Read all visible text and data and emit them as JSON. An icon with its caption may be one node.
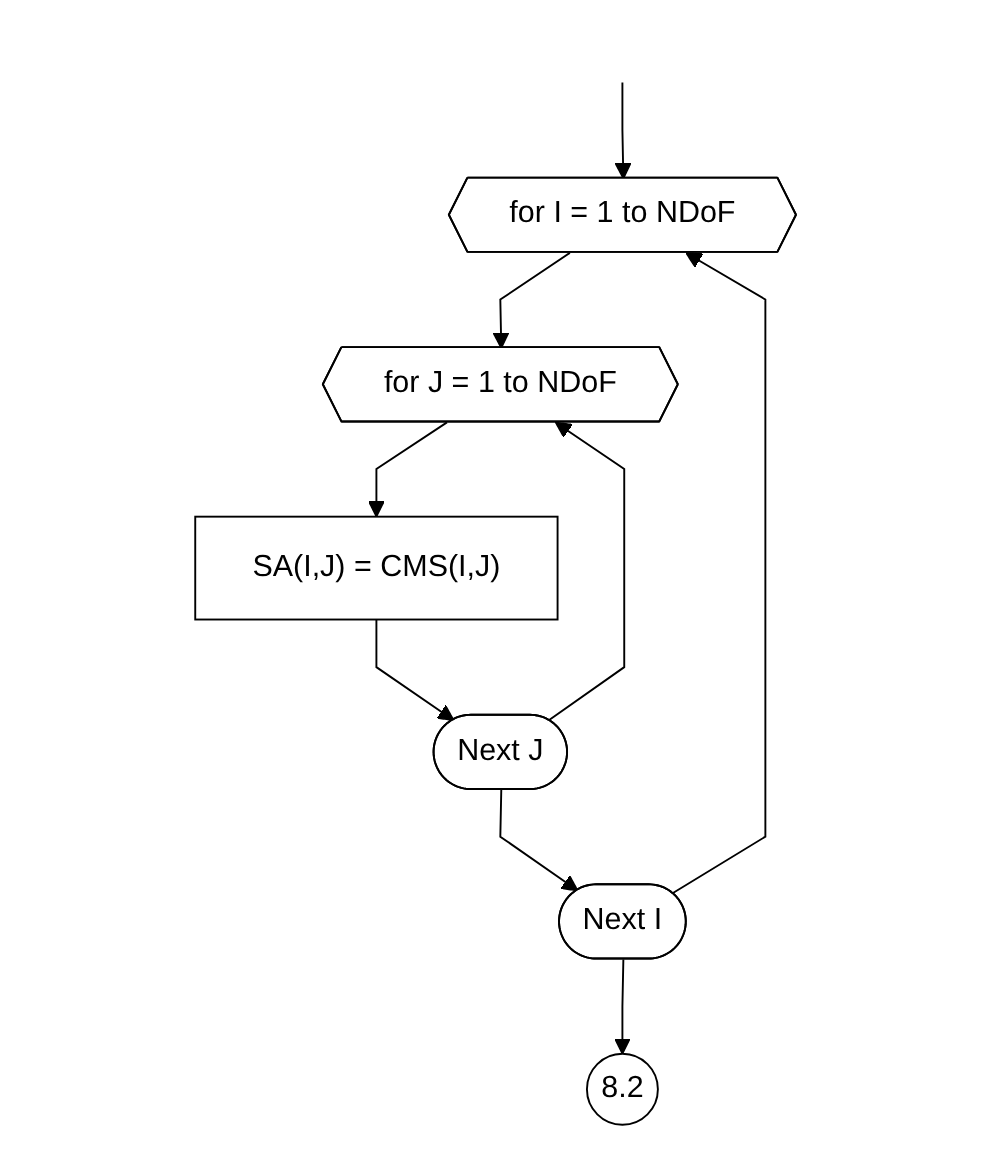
{
  "diagram": {
    "nodes": [
      {
        "text": [
          "for I = 1 to NDoF"
        ]
      },
      {
        "text": [
          "for J = 1 to NDoF"
        ]
      },
      {
        "text": [
          "SA(I,J) = CMS(I,J)"
        ]
      },
      {
        "text": [
          "Next J"
        ]
      },
      {
        "text": [
          "Next I"
        ]
      },
      {
        "text": [
          "8.2"
        ]
      }
    ],
    "edges": [
      {
        "from": null,
        "to": 0,
        "arrow": "to"
      },
      {
        "from": 0,
        "to": 1,
        "arrow": "to"
      },
      {
        "from": 1,
        "to": 2,
        "arrow": "to"
      },
      {
        "from": 2,
        "to": 3,
        "arrow": "to"
      },
      {
        "from": 3,
        "to": 1,
        "arrow": "to"
      },
      {
        "from": 3,
        "to": 4,
        "arrow": "to"
      },
      {
        "from": 4,
        "to": 0,
        "arrow": "to"
      },
      {
        "from": 4,
        "to": 5,
        "arrow": "to"
      }
    ]
  }
}
